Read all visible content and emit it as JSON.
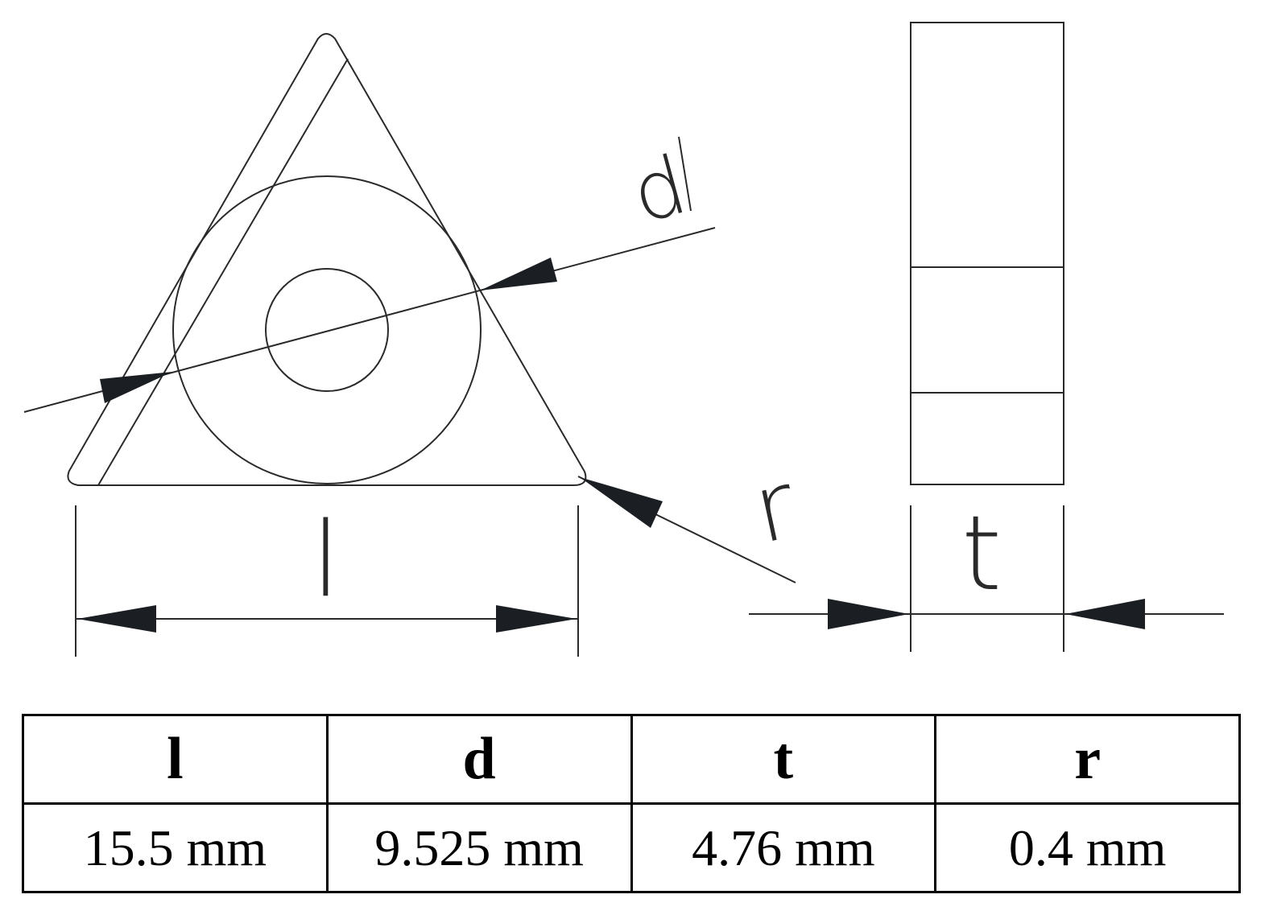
{
  "diagram": {
    "labels": {
      "l": "l",
      "d": "d",
      "r": "r",
      "t": "t"
    },
    "line_color": "#2a2a2a",
    "arrow_color": "#1b1f24"
  },
  "table": {
    "headers": [
      "l",
      "d",
      "t",
      "r"
    ],
    "values": [
      "15.5 mm",
      "9.525 mm",
      "4.76 mm",
      "0.4 mm"
    ]
  }
}
